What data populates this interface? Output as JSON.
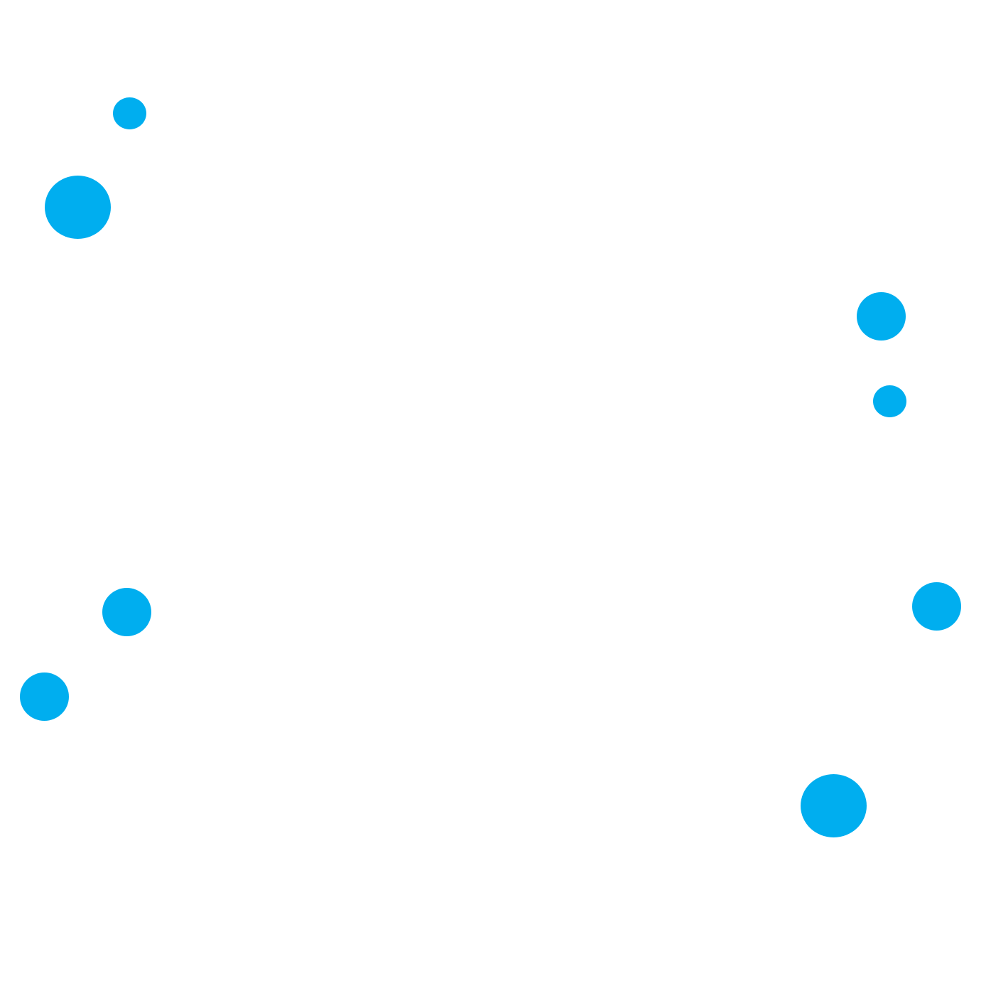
{
  "canvas": {
    "background_color": "#ffffff",
    "dot_color": "#00aeef",
    "dots": [
      {
        "size": "small"
      },
      {
        "size": "large"
      },
      {
        "size": "medium"
      },
      {
        "size": "small"
      },
      {
        "size": "medium"
      },
      {
        "size": "medium"
      },
      {
        "size": "medium"
      },
      {
        "size": "large"
      }
    ]
  }
}
